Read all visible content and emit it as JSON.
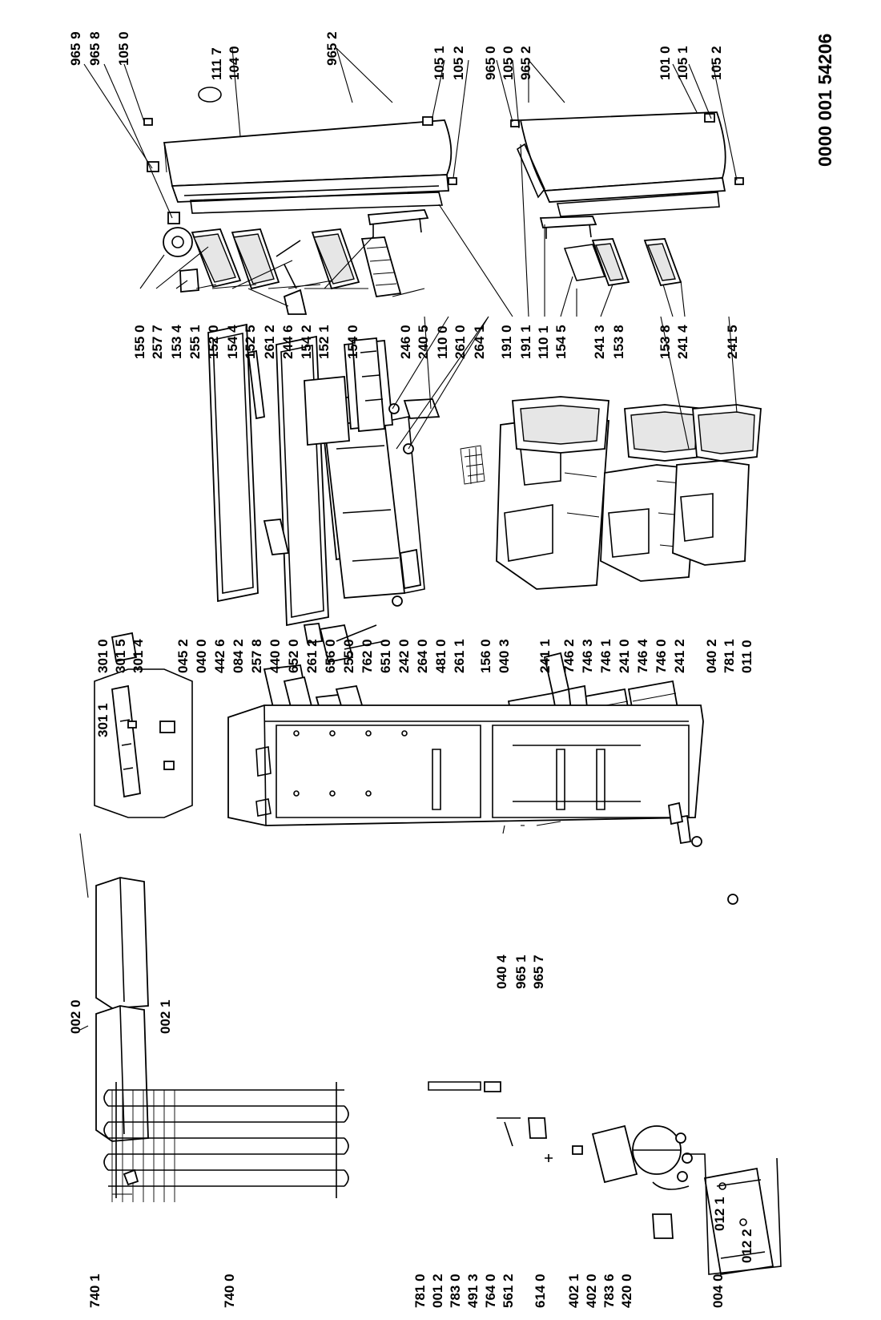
{
  "document_code": "0000 001 54206",
  "parts": {
    "p9659": "965 9",
    "p9658": "965 8",
    "p1050a": "105 0",
    "p1117": "111 7",
    "p1040": "104 0",
    "p9652a": "965 2",
    "p1051a": "105 1",
    "p1052a": "105 2",
    "p9650": "965 0",
    "p1050b": "105 0",
    "p9652b": "965 2",
    "p1010": "101 0",
    "p1051b": "105 1",
    "p1052b": "105 2",
    "p1550": "155 0",
    "p2577": "257 7",
    "p1534": "153 4",
    "p2551": "255 1",
    "p1520": "152 0",
    "p1544": "154 4",
    "p1525": "152 5",
    "p2612a": "261 2",
    "p2446": "244 6",
    "p1542": "154 2",
    "p1521": "152 1",
    "p1540": "154 0",
    "p2460": "246 0",
    "p2405": "240 5",
    "p1100": "110 0",
    "p2610": "261 0",
    "p2641": "264 1",
    "p1910": "191 0",
    "p1911": "191 1",
    "p1101": "110 1",
    "p1545": "154 5",
    "p2413": "241 3",
    "p1538a": "153 8",
    "p1538b": "153 8",
    "p2414": "241 4",
    "p2415": "241 5",
    "p3010": "301 0",
    "p3015": "301 5",
    "p3014": "301 4",
    "p3011": "301 1",
    "p0452": "045 2",
    "p0400": "040 0",
    "p4426": "442 6",
    "p0842": "084 2",
    "p2578": "257 8",
    "p4400": "440 0",
    "p6520": "652 0",
    "p2612b": "261 2",
    "p6560": "656 0",
    "p2550": "255 0",
    "p7620": "762 0",
    "p6510": "651 0",
    "p2420": "242 0",
    "p2640": "264 0",
    "p4810": "481 0",
    "p2611": "261 1",
    "p1560": "156 0",
    "p0403": "040 3",
    "p2411": "241 1",
    "p7462": "746 2",
    "p7463": "746 3",
    "p7461": "746 1",
    "p2410": "241 0",
    "p7464": "746 4",
    "p7460": "746 0",
    "p2412": "241 2",
    "p0402": "040 2",
    "p7811": "781 1",
    "p0110": "011 0",
    "p0020": "002 0",
    "p0021": "002 1",
    "p0404": "040 4",
    "p9651": "965 1",
    "p9657": "965 7",
    "p7401": "740 1",
    "p7400": "740 0",
    "p7810": "781 0",
    "p0012": "001 2",
    "p7830": "783 0",
    "p4913": "491 3",
    "p7640": "764 0",
    "p5612": "561 2",
    "p6140": "614 0",
    "p4021": "402 1",
    "p4020": "402 0",
    "p7836": "783 6",
    "p4200": "420 0",
    "p0040": "004 0",
    "p0121": "012 1",
    "p0122": "012 2"
  }
}
